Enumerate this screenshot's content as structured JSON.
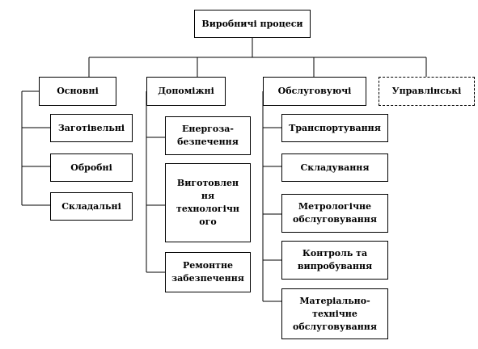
{
  "root": {
    "label": "Виробничі процеси"
  },
  "categories": [
    {
      "label": "Основні",
      "items": [
        "Заготівельні",
        "Обробні",
        "Складальні"
      ]
    },
    {
      "label": "Допоміжні",
      "items": [
        "Енергоза-\nбезпечення",
        "Виготовлен\nня\nтехнологічн\nого",
        "Ремонтне\nзабезпечення"
      ]
    },
    {
      "label": "Обслуговуючі",
      "items": [
        "Транспортування",
        "Складування",
        "Метрологічне\nобслуговування",
        "Контроль та\nвипробування",
        "Матеріально-\nтехнічне\nобслуговування"
      ]
    },
    {
      "label": "Управлінські",
      "items": []
    }
  ],
  "colors": {
    "line": "#000000",
    "box_fill": "#ffffff"
  }
}
